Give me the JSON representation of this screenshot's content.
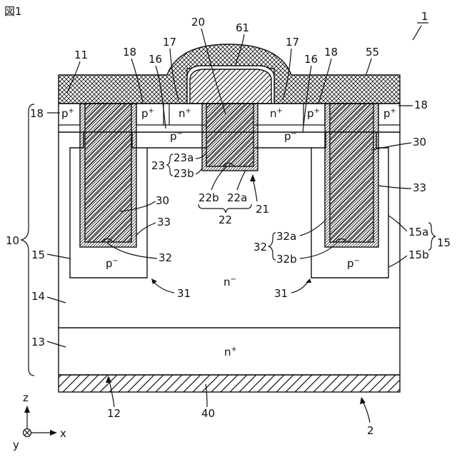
{
  "figure_label": "図1",
  "regions": {
    "p_plus": "p",
    "n_plus": "n",
    "p_minus": "p",
    "n_minus": "n",
    "sup_plus": "+",
    "sup_minus": "−"
  },
  "refs": {
    "r1": "1",
    "r2": "2",
    "r10": "10",
    "r11": "11",
    "r12": "12",
    "r13": "13",
    "r14": "14",
    "r15": "15",
    "r15a": "15a",
    "r15b": "15b",
    "r16": "16",
    "r17": "17",
    "r18": "18",
    "r20": "20",
    "r21": "21",
    "r22": "22",
    "r22a": "22a",
    "r22b": "22b",
    "r23": "23",
    "r23a": "23a",
    "r23b": "23b",
    "r30": "30",
    "r31": "31",
    "r32": "32",
    "r32a": "32a",
    "r32b": "32b",
    "r33": "33",
    "r40": "40",
    "r55": "55",
    "r61": "61"
  },
  "axes": {
    "z": "z",
    "x": "x",
    "y": "y"
  }
}
